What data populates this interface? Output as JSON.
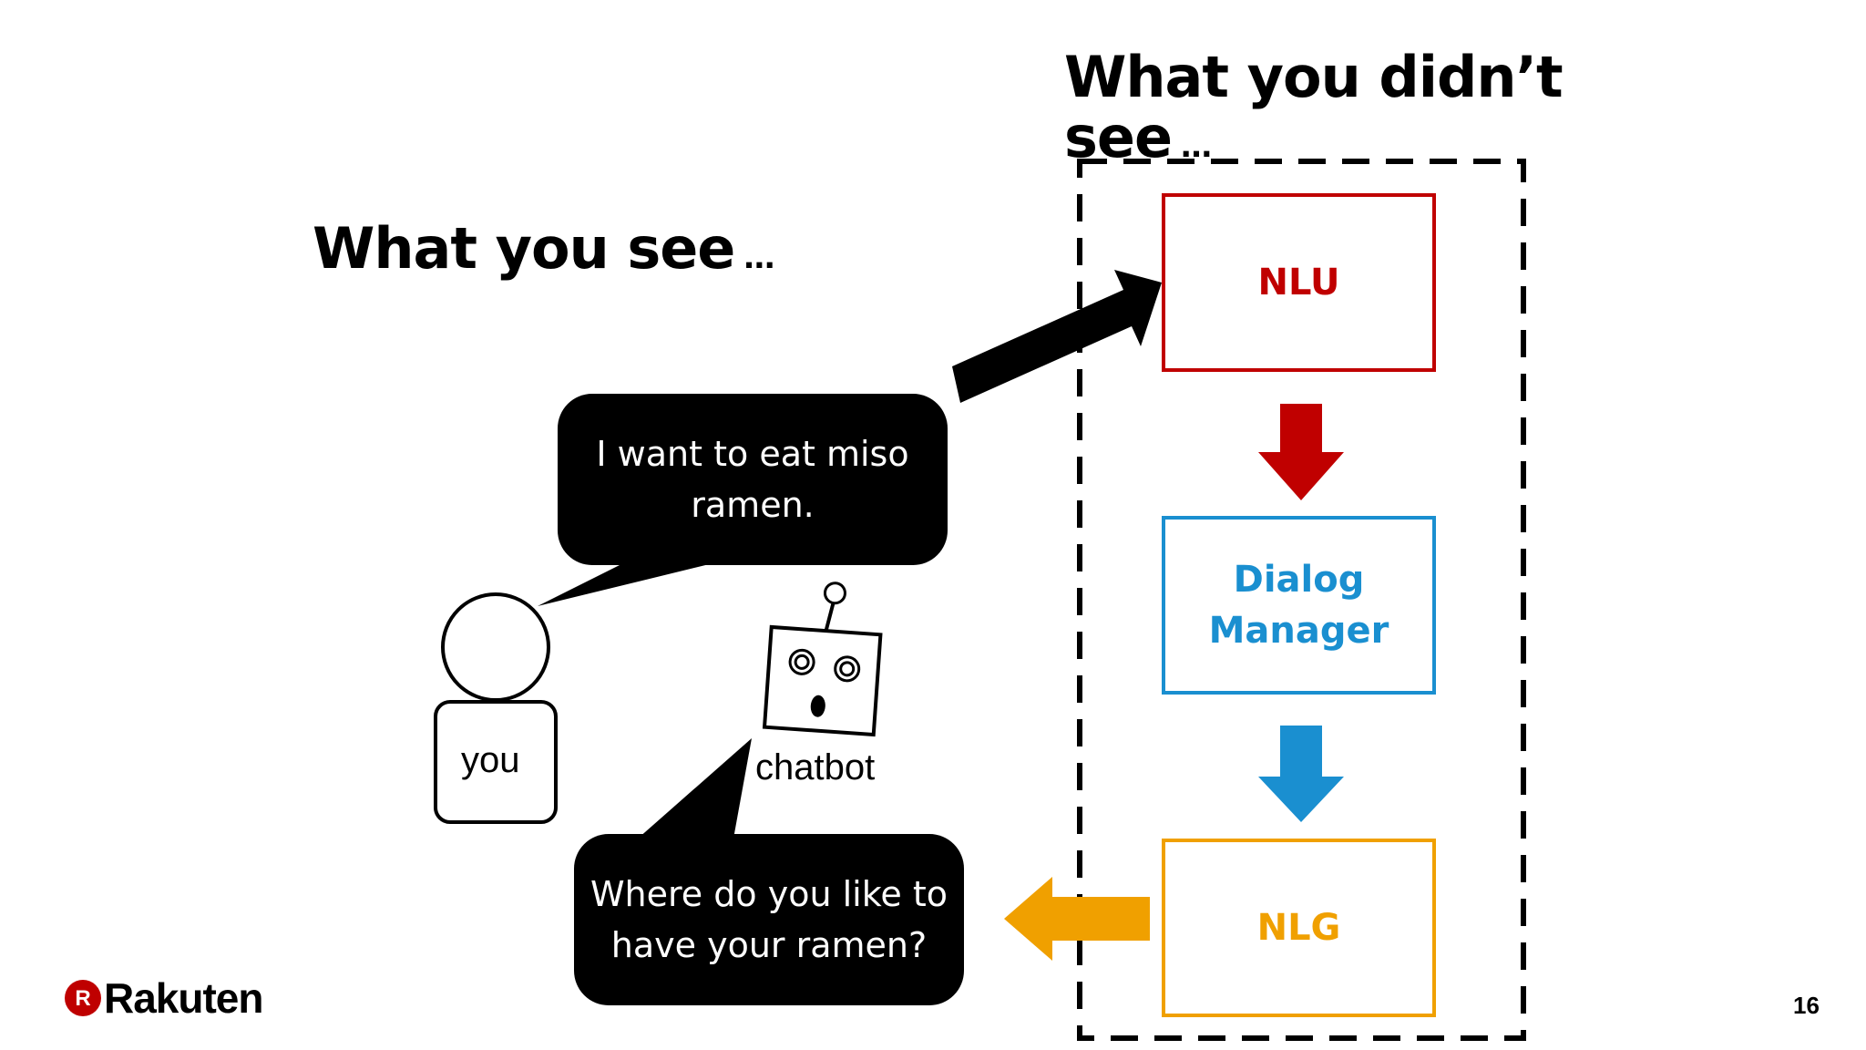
{
  "titles": {
    "see": "What you see",
    "see_suffix": "…",
    "didnt_see": "What you didn’t",
    "didnt_see_line2": "see",
    "didnt_see_suffix": "…"
  },
  "bubbles": {
    "user_line1": "I want to eat miso",
    "user_line2": "ramen.",
    "bot_line1": "Where do you like to",
    "bot_line2": "have your ramen?"
  },
  "actors": {
    "user_label": "you",
    "bot_label": "chatbot"
  },
  "modules": {
    "nlu": "NLU",
    "dm_line1": "Dialog",
    "dm_line2": "Manager",
    "nlg": "NLG"
  },
  "colors": {
    "nlu": "#C00000",
    "dialog_manager": "#1A8FD0",
    "nlg": "#F0A000",
    "logo_red": "#BF0000"
  },
  "footer": {
    "logo_text": "Rakuten",
    "page_number": "16"
  }
}
